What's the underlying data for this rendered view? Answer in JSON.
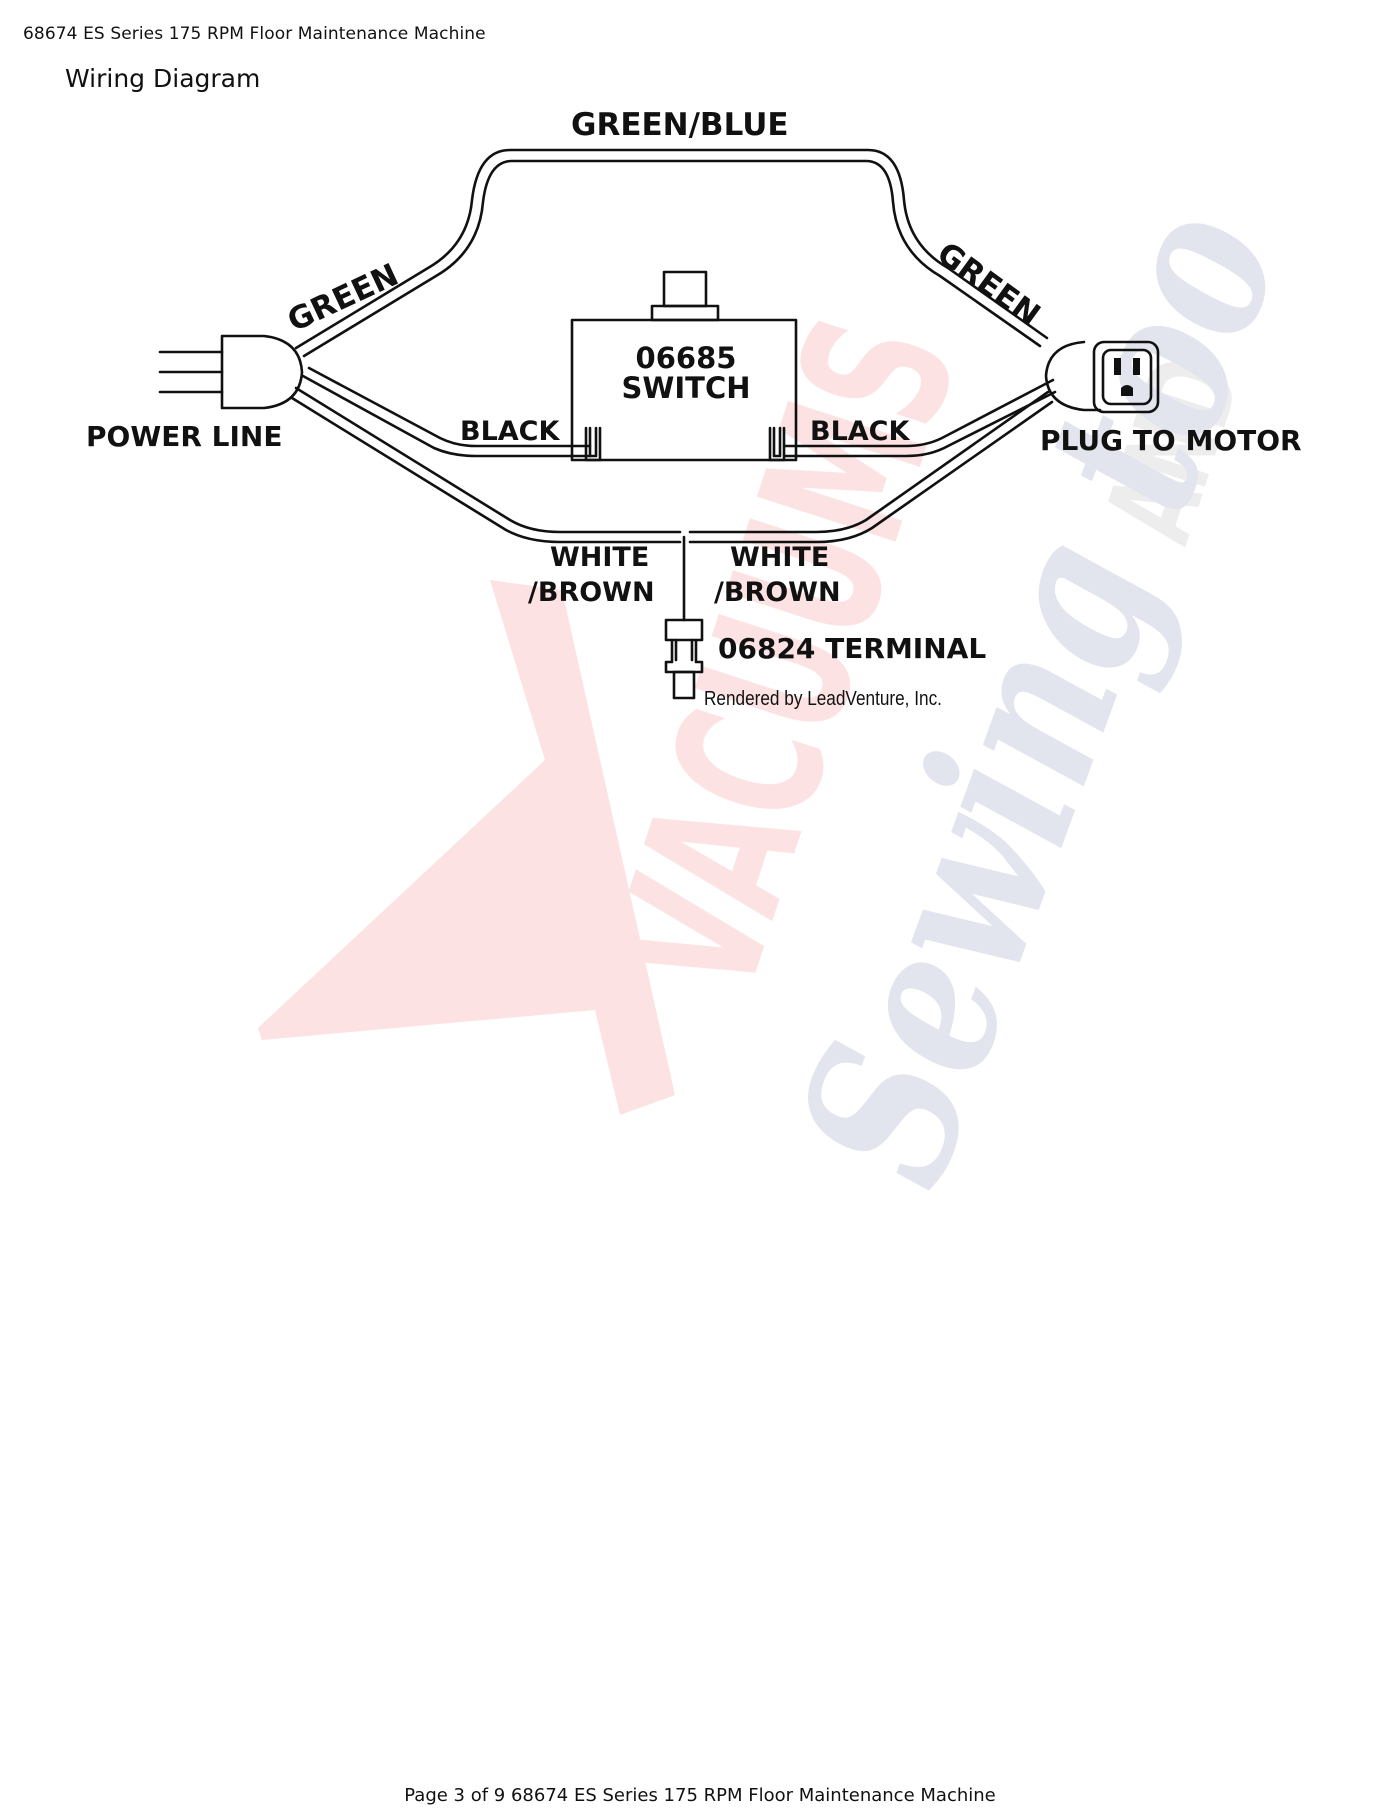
{
  "header": {
    "text": "68674 ES Series 175 RPM Floor Maintenance Machine"
  },
  "section": {
    "title": "Wiring Diagram"
  },
  "diagram": {
    "labels": {
      "green_blue": "GREEN/BLUE",
      "green_left": "GREEN",
      "green_right": "GREEN",
      "power_line": "POWER LINE",
      "black_left": "BLACK",
      "black_right": "BLACK",
      "switch_number": "06685",
      "switch_name": "SWITCH",
      "plug_to_motor": "PLUG TO MOTOR",
      "white_left_top": "WHITE",
      "white_left_bottom": "/BROWN",
      "white_right_top": "WHITE",
      "white_right_bottom": "/BROWN",
      "terminal": "06824 TERMINAL",
      "credit": "Rendered by LeadVenture, Inc."
    }
  },
  "watermark": {
    "line1": "VACUUMS",
    "line2": "AND",
    "line3": "Sewing too",
    "red": "#e8252b",
    "navy": "#1f2f7a",
    "gray": "#9a9a9a"
  },
  "footer": {
    "text": "Page 3 of 9 68674 ES Series 175 RPM Floor Maintenance Machine"
  }
}
